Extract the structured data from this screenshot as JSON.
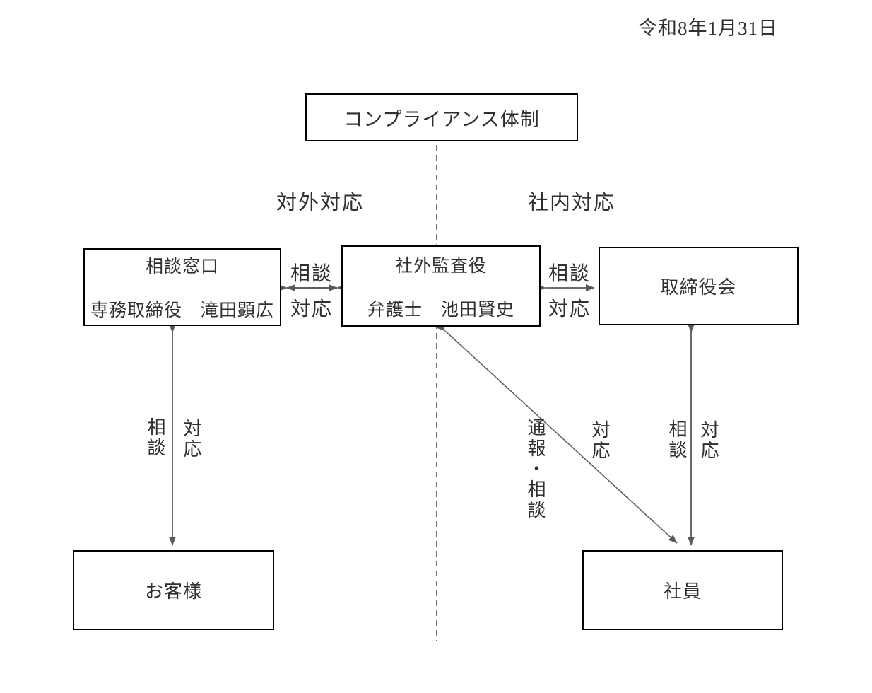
{
  "document": {
    "date": "令和8年1月31日",
    "background": "#ffffff"
  },
  "diagram": {
    "title_box": {
      "label": "コンプライアンス体制"
    },
    "section_labels": {
      "external": "対外対応",
      "internal": "社内対応"
    },
    "nodes": {
      "consultation_desk": {
        "title": "相談窓口",
        "person": "専務取締役　滝田顕広"
      },
      "outside_auditor": {
        "title": "社外監査役",
        "person": "弁護士　池田賢史"
      },
      "board_of_directors": {
        "label": "取締役会"
      },
      "customers": {
        "label": "お客様"
      },
      "employees": {
        "label": "社員"
      }
    },
    "edges": {
      "desk_auditor": {
        "label_top": "相談",
        "label_bottom": "対応"
      },
      "auditor_board": {
        "label_top": "相談",
        "label_bottom": "対応"
      },
      "customers_desk": {
        "label_left": "相談",
        "label_right": "対応"
      },
      "auditor_employees": {
        "label_upper": "通報・相談",
        "label_lower": "対応"
      },
      "employees_board": {
        "label_left": "相談",
        "label_right": "対応"
      }
    },
    "colors": {
      "box_border": "#000000",
      "arrow": "#5a5a5a",
      "dashed_divider": "#4f4f4f",
      "text": "#2f2f2f"
    }
  }
}
